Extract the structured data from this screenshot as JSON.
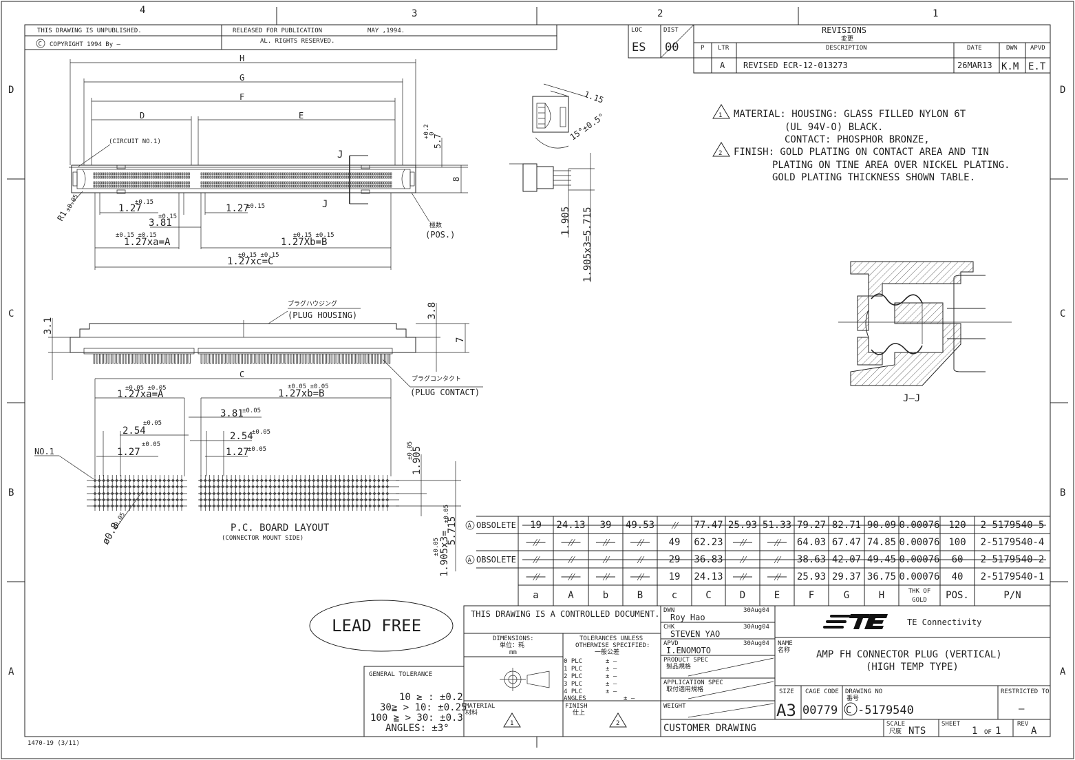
{
  "zones": {
    "cols": [
      "4",
      "3",
      "2",
      "1"
    ],
    "rows": [
      "D",
      "C",
      "B",
      "A"
    ]
  },
  "header": {
    "unpublished": "THIS DRAWING IS UNPUBLISHED.",
    "copyright": "COPYRIGHT 1994 By –",
    "copyright_symbol": "C",
    "released": "RELEASED FOR PUBLICATION",
    "release_date": "MAY ,1994.",
    "rights": "AL. RIGHTS RESERVED."
  },
  "loc": {
    "loc_label": "LOC",
    "dist_label": "DIST",
    "loc_value": "ES",
    "dist_value": "00"
  },
  "revisions": {
    "title": "REVISIONS",
    "title_jp": "変更",
    "col_p": "P",
    "col_ltr": "LTR",
    "col_desc": "DESCRIPTION",
    "col_date": "DATE",
    "col_dwn": "DWN",
    "col_apvd": "APVD",
    "ltr": "A",
    "desc": "REVISED ECR-12-013273",
    "date": "26MAR13",
    "dwn": "K.M",
    "apvd": "E.T"
  },
  "notes": {
    "n1": "1",
    "n1_l1": "MATERIAL: HOUSING: GLASS FILLED NYLON 6T",
    "n1_l2": "(UL 94V-O) BLACK.",
    "n1_l3": "CONTACT: PHOSPHOR BRONZE,",
    "n2": "2",
    "n2_l1": "FINISH: GOLD PLATING ON CONTACT AREA AND TIN",
    "n2_l2": "PLATING ON TINE AREA OVER NICKEL PLATING.",
    "n2_l3": "GOLD PLATING THICKNESS SHOWN TABLE."
  },
  "top_view": {
    "H": "H",
    "G": "G",
    "F": "F",
    "D": "D",
    "E": "E",
    "circuit": "(CIRCUIT NO.1)",
    "J": "J",
    "d_02": "+0.2",
    "d_0": "0",
    "d_57": "5.7",
    "d_8": "8",
    "r": "R1",
    "r_tol": "±0.05",
    "p127a_tol": "±0.15",
    "p127a": "1.27",
    "p381_tol": "±0.15",
    "p381": "3.81",
    "p127b": "1.27",
    "p127b_tol": "±0.15",
    "kosu": "極数",
    "pos": "(POS.)",
    "a_tol": "±0.15 ±0.15",
    "a": "1.27xa=A",
    "b_tol": "±0.15 ±0.15",
    "b": "1.27Xb=B",
    "c_tol": "±0.15 ±0.15",
    "c": "1.27xc=C"
  },
  "side_view": {
    "d_115": "1.15",
    "angle": "15°±0.5°",
    "p1905": "1.905",
    "p5715": "1.905x3=5.715"
  },
  "front_view": {
    "housing_jp": "プラグハウジング",
    "housing": "(PLUG HOUSING)",
    "contact_jp": "プラグコンタクト",
    "contact": "(PLUG CONTACT)",
    "d_31": "3.1",
    "d_38": "3.8",
    "d_7": "7",
    "C": "C"
  },
  "pcb": {
    "a_tol": "±0.05 ±0.05",
    "a": "1.27xa=A",
    "b_tol": "±0.05 ±0.05",
    "b": "1.27xb=B",
    "p381": "3.81",
    "p381_tol": "±0.05",
    "p254a_tol": "±0.05",
    "p254a": "2.54",
    "p254b": "2.54",
    "p254b_tol": "±0.05",
    "p127a_tol": "±0.05",
    "p127a": "1.27",
    "p127b": "1.27",
    "p127b_tol": "±0.05",
    "no1": "NO.1",
    "hole": "ø0.8",
    "hole_tol": "±0.05",
    "p1905": "1.905",
    "p1905_tol": "±0.05",
    "p5715": "5.715",
    "p5715_tol": "±0.05",
    "p1905x3": "1.905x3=",
    "p1905x3_tol": "±0.05",
    "title": "P.C. BOARD LAYOUT",
    "subtitle": "(CONNECTOR MOUNT SIDE)"
  },
  "section": {
    "label": "J–J"
  },
  "table": {
    "headers": [
      "a",
      "A",
      "b",
      "B",
      "c",
      "C",
      "D",
      "E",
      "F",
      "G",
      "H",
      "THK OF GOLD",
      "POS.",
      "P/N"
    ],
    "rows": [
      {
        "obsolete": "OBSOLETE",
        "rev": "A",
        "struck": true,
        "cells": [
          "19",
          "24.13",
          "39",
          "49.53",
          "—",
          "77.47",
          "25.93",
          "51.33",
          "79.27",
          "82.71",
          "90.09",
          "0.00076",
          "120",
          "2-5179540-5"
        ]
      },
      {
        "obsolete": "",
        "rev": "",
        "struck": false,
        "cells": [
          "—",
          "—",
          "—",
          "—",
          "49",
          "62.23",
          "—",
          "—",
          "64.03",
          "67.47",
          "74.85",
          "0.00076",
          "100",
          "2-5179540-4"
        ]
      },
      {
        "obsolete": "OBSOLETE",
        "rev": "A",
        "struck": true,
        "cells": [
          "—",
          "—",
          "—",
          "—",
          "29",
          "36.83",
          "—",
          "—",
          "38.63",
          "42.07",
          "49.45",
          "0.00076",
          "60",
          "2-5179540-2"
        ]
      },
      {
        "obsolete": "",
        "rev": "",
        "struck": false,
        "cells": [
          "—",
          "—",
          "—",
          "—",
          "19",
          "24.13",
          "—",
          "—",
          "25.93",
          "29.37",
          "36.75",
          "0.00076",
          "40",
          "2-5179540-1"
        ]
      }
    ]
  },
  "lead_free": "LEAD FREE",
  "tolerance": {
    "title": "GENERAL TOLERANCE",
    "l1": "10 ≥ : ±0.2",
    "l2": "30≧ > 10: ±0.25",
    "l3": "100 ≧ > 30: ±0.3",
    "l4": "ANGLES: ±3°"
  },
  "title_block": {
    "controlled": "THIS DRAWING IS A CONTROLLED DOCUMENT.",
    "dimensions": "DIMENSIONS:",
    "dim_jp": "単位：耗",
    "dim_unit": "mm",
    "tol_h1": "TOLERANCES UNLESS",
    "tol_h2": "OTHERWISE SPECIFIED:",
    "tol_h3": "一般公差",
    "plc0": "0 PLC",
    "plc1": "1 PLC",
    "plc2": "2 PLC",
    "plc3": "3 PLC",
    "plc4": "4 PLC",
    "angles": "ANGLES",
    "pm": "± –",
    "material": "MATERIAL",
    "material_jp": "材料",
    "finish": "FINISH",
    "finish_jp": "仕上",
    "mat_note": "1",
    "fin_note": "2",
    "dwn_label": "DWN",
    "dwn": "Roy Hao",
    "dwn_date": "30Aug04",
    "chk_label": "CHK",
    "chk": "STEVEN YAO",
    "chk_date": "30Aug04",
    "apvd_label": "APVD",
    "apvd": "I.ENOMOTO",
    "apvd_date": "30Aug04",
    "prod_spec": "PRODUCT SPEC",
    "prod_spec_jp": "製品規格",
    "app_spec": "APPLICATION SPEC",
    "app_spec_jp": "取付適用規格",
    "weight": "WEIGHT",
    "customer": "CUSTOMER DRAWING",
    "company": "TE Connectivity",
    "name_label": "NAME",
    "name_jp": "名称",
    "name1": "AMP FH CONNECTOR PLUG (VERTICAL)",
    "name2": "(HIGH TEMP TYPE)",
    "size_label": "SIZE",
    "size": "A3",
    "cage_label": "CAGE CODE",
    "cage": "00779",
    "dwgno_label": "DRAWING NO",
    "dwgno_jp": "番号",
    "dwgno_c": "C",
    "dwgno": "-5179540",
    "restricted": "RESTRICTED TO",
    "restricted_val": "—",
    "scale_label": "SCALE",
    "scale_jp": "尺度",
    "scale": "NTS",
    "sheet_label": "SHEET",
    "sheet": "1",
    "sheet_of": "OF",
    "sheet_total": "1",
    "rev_label": "REV",
    "rev": "A"
  },
  "form_no": "1470-19 (3/11)"
}
